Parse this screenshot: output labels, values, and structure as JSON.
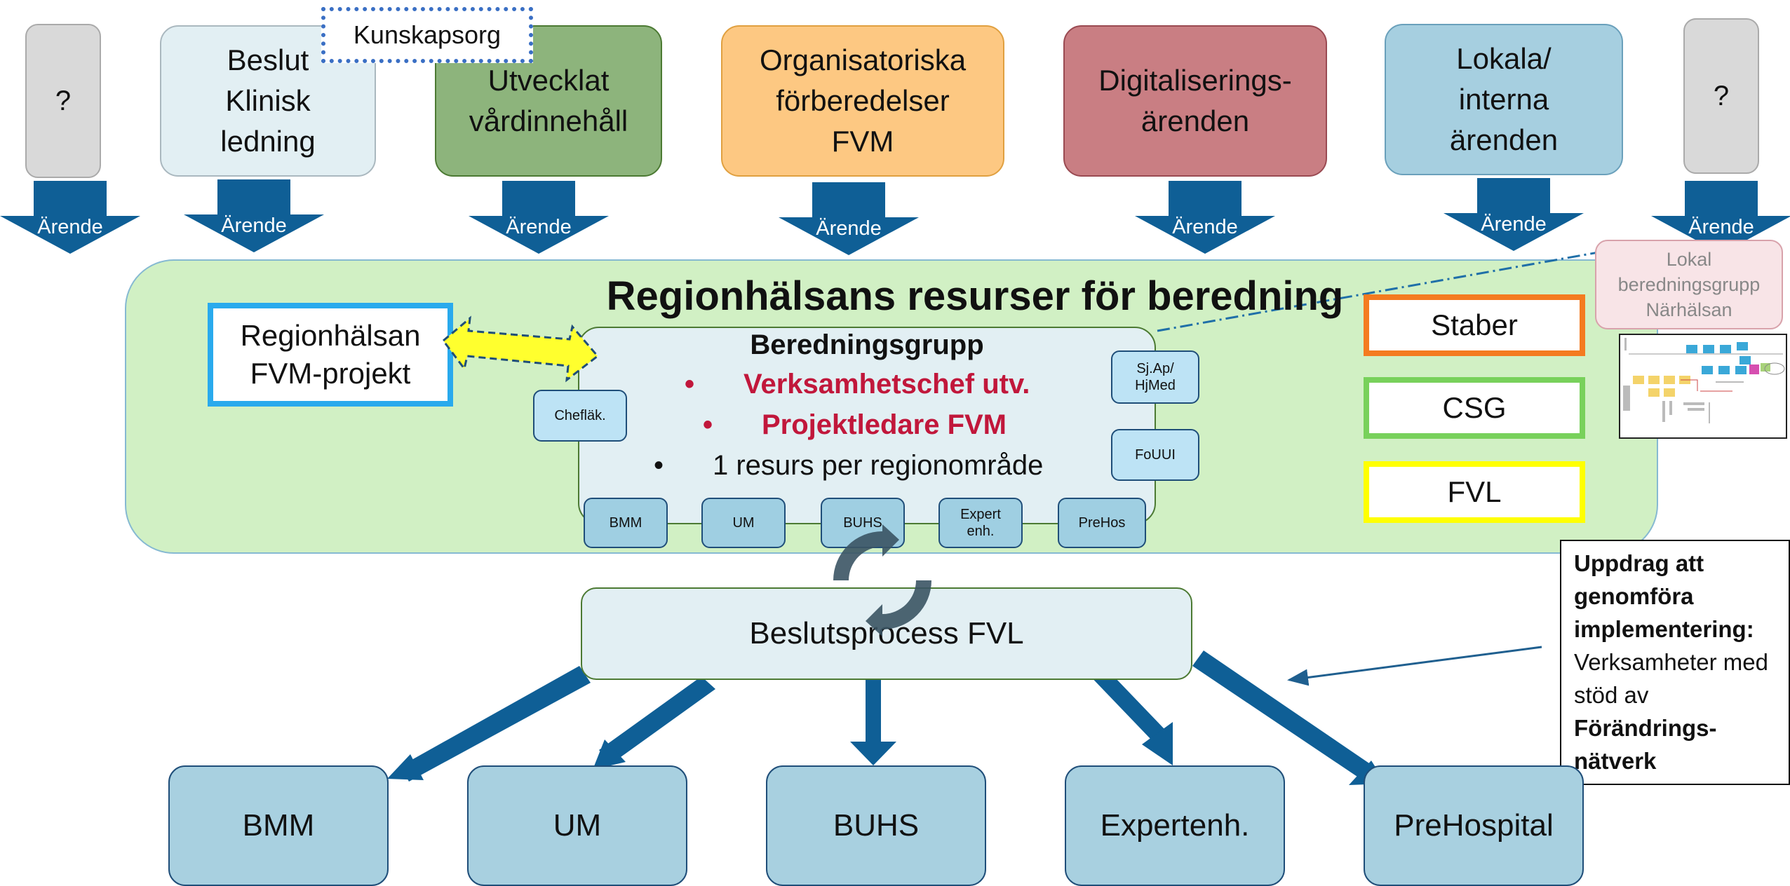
{
  "sources": [
    {
      "id": "q-left",
      "label": "?"
    },
    {
      "id": "beslut",
      "label": "Beslut\nKlinisk\nledning"
    },
    {
      "id": "utvecklat",
      "label": "Utvecklat\nvårdinnehåll"
    },
    {
      "id": "organisatoriska",
      "label": "Organisatoriska\nförberedelser\nFVM"
    },
    {
      "id": "digitalisering",
      "label": "Digitaliserings-\närenden"
    },
    {
      "id": "lokala",
      "label": "Lokala/\ninterna\närenden"
    },
    {
      "id": "q-right",
      "label": "?"
    }
  ],
  "kunskapsorg": "Kunskapsorg",
  "arende_label": "Ärende",
  "resources_title": "Regionhälsans resurser för beredning",
  "fvm_project": "Regionhälsan\nFVM-projekt",
  "beredningsgrupp": {
    "title": "Beredningsgrupp",
    "items": [
      "Verksamhetschef utv.",
      "Projektledare FVM",
      "1 resurs per regionområde"
    ],
    "bullet": "•"
  },
  "chips": {
    "chefslak": "Chefläk.",
    "sjap": "Sj.Ap/\nHjMed",
    "fouui": "FoUUI",
    "bottom": [
      "BMM",
      "UM",
      "BUHS",
      "Expert\nenh.",
      "PreHos"
    ]
  },
  "side_boxes": [
    "Staber",
    "CSG",
    "FVL"
  ],
  "lokal_group": "Lokal\nberedningsgrupp\nNärhälsan",
  "beslutsprocess": "Beslutsprocess FVL",
  "uppdrag": {
    "bold1": "Uppdrag att genomföra implementering:",
    "normal": "Verksamheter med stöd av",
    "bold2": "Förändrings-nätverk"
  },
  "units": [
    "BMM",
    "UM",
    "BUHS",
    "Expertenh.",
    "PreHospital"
  ],
  "colors": {
    "green_panel": "#d1f0c4",
    "beslut_fill": "#e2eff3",
    "utvecklat_fill": "#8db47c",
    "organisatoriska_fill": "#fdc882",
    "digitalisering_fill": "#c97e83",
    "lokala_fill": "#a6cfe0",
    "arrow_blue": "#0f5f96",
    "red_text": "#c1173b",
    "staber": "#f47b20",
    "csg": "#78d15b",
    "fvl": "#ffff00",
    "fvm_border": "#29aaed"
  }
}
